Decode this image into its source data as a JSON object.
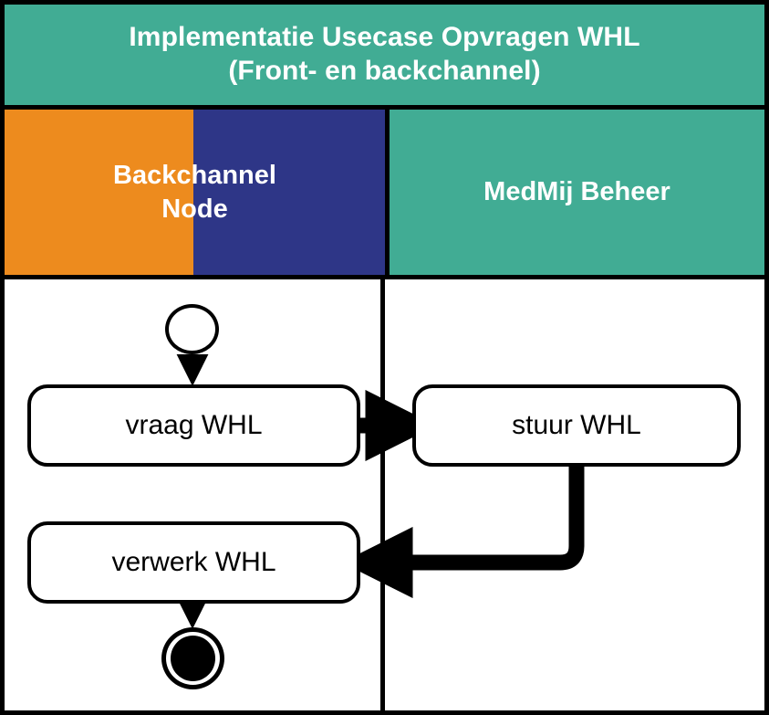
{
  "diagram": {
    "title": "Implementatie Usecase Opvragen WHL\n(Front- en backchannel)",
    "type": "bpmn-activity-diagram",
    "colors": {
      "teal": "#41ac94",
      "orange": "#ed8b1e",
      "blue": "#2e3687",
      "border": "#000000",
      "surface": "#ffffff",
      "text_on_color": "#ffffff",
      "text_on_surface": "#000000"
    },
    "lanes": [
      {
        "id": "backchannel-node",
        "label": "Backchannel\nNode",
        "header_colors": [
          "#ed8b1e",
          "#2e3687"
        ]
      },
      {
        "id": "medmij-beheer",
        "label": "MedMij Beheer",
        "header_colors": [
          "#41ac94"
        ]
      }
    ],
    "nodes": [
      {
        "id": "start",
        "kind": "start-event",
        "lane": "backchannel-node",
        "label": ""
      },
      {
        "id": "vraag-whl",
        "kind": "activity",
        "lane": "backchannel-node",
        "label": "vraag WHL"
      },
      {
        "id": "stuur-whl",
        "kind": "activity",
        "lane": "medmij-beheer",
        "label": "stuur WHL"
      },
      {
        "id": "verwerk-whl",
        "kind": "activity",
        "lane": "backchannel-node",
        "label": "verwerk WHL"
      },
      {
        "id": "end",
        "kind": "end-event",
        "lane": "backchannel-node",
        "label": ""
      }
    ],
    "edges": [
      {
        "id": "e1",
        "from": "start",
        "to": "vraag-whl",
        "label": "",
        "style": "thin"
      },
      {
        "id": "e2",
        "from": "vraag-whl",
        "to": "stuur-whl",
        "label": "",
        "style": "thick"
      },
      {
        "id": "e3",
        "from": "stuur-whl",
        "to": "verwerk-whl",
        "label": "",
        "style": "thick"
      },
      {
        "id": "e4",
        "from": "verwerk-whl",
        "to": "end",
        "label": "",
        "style": "thin"
      }
    ]
  }
}
